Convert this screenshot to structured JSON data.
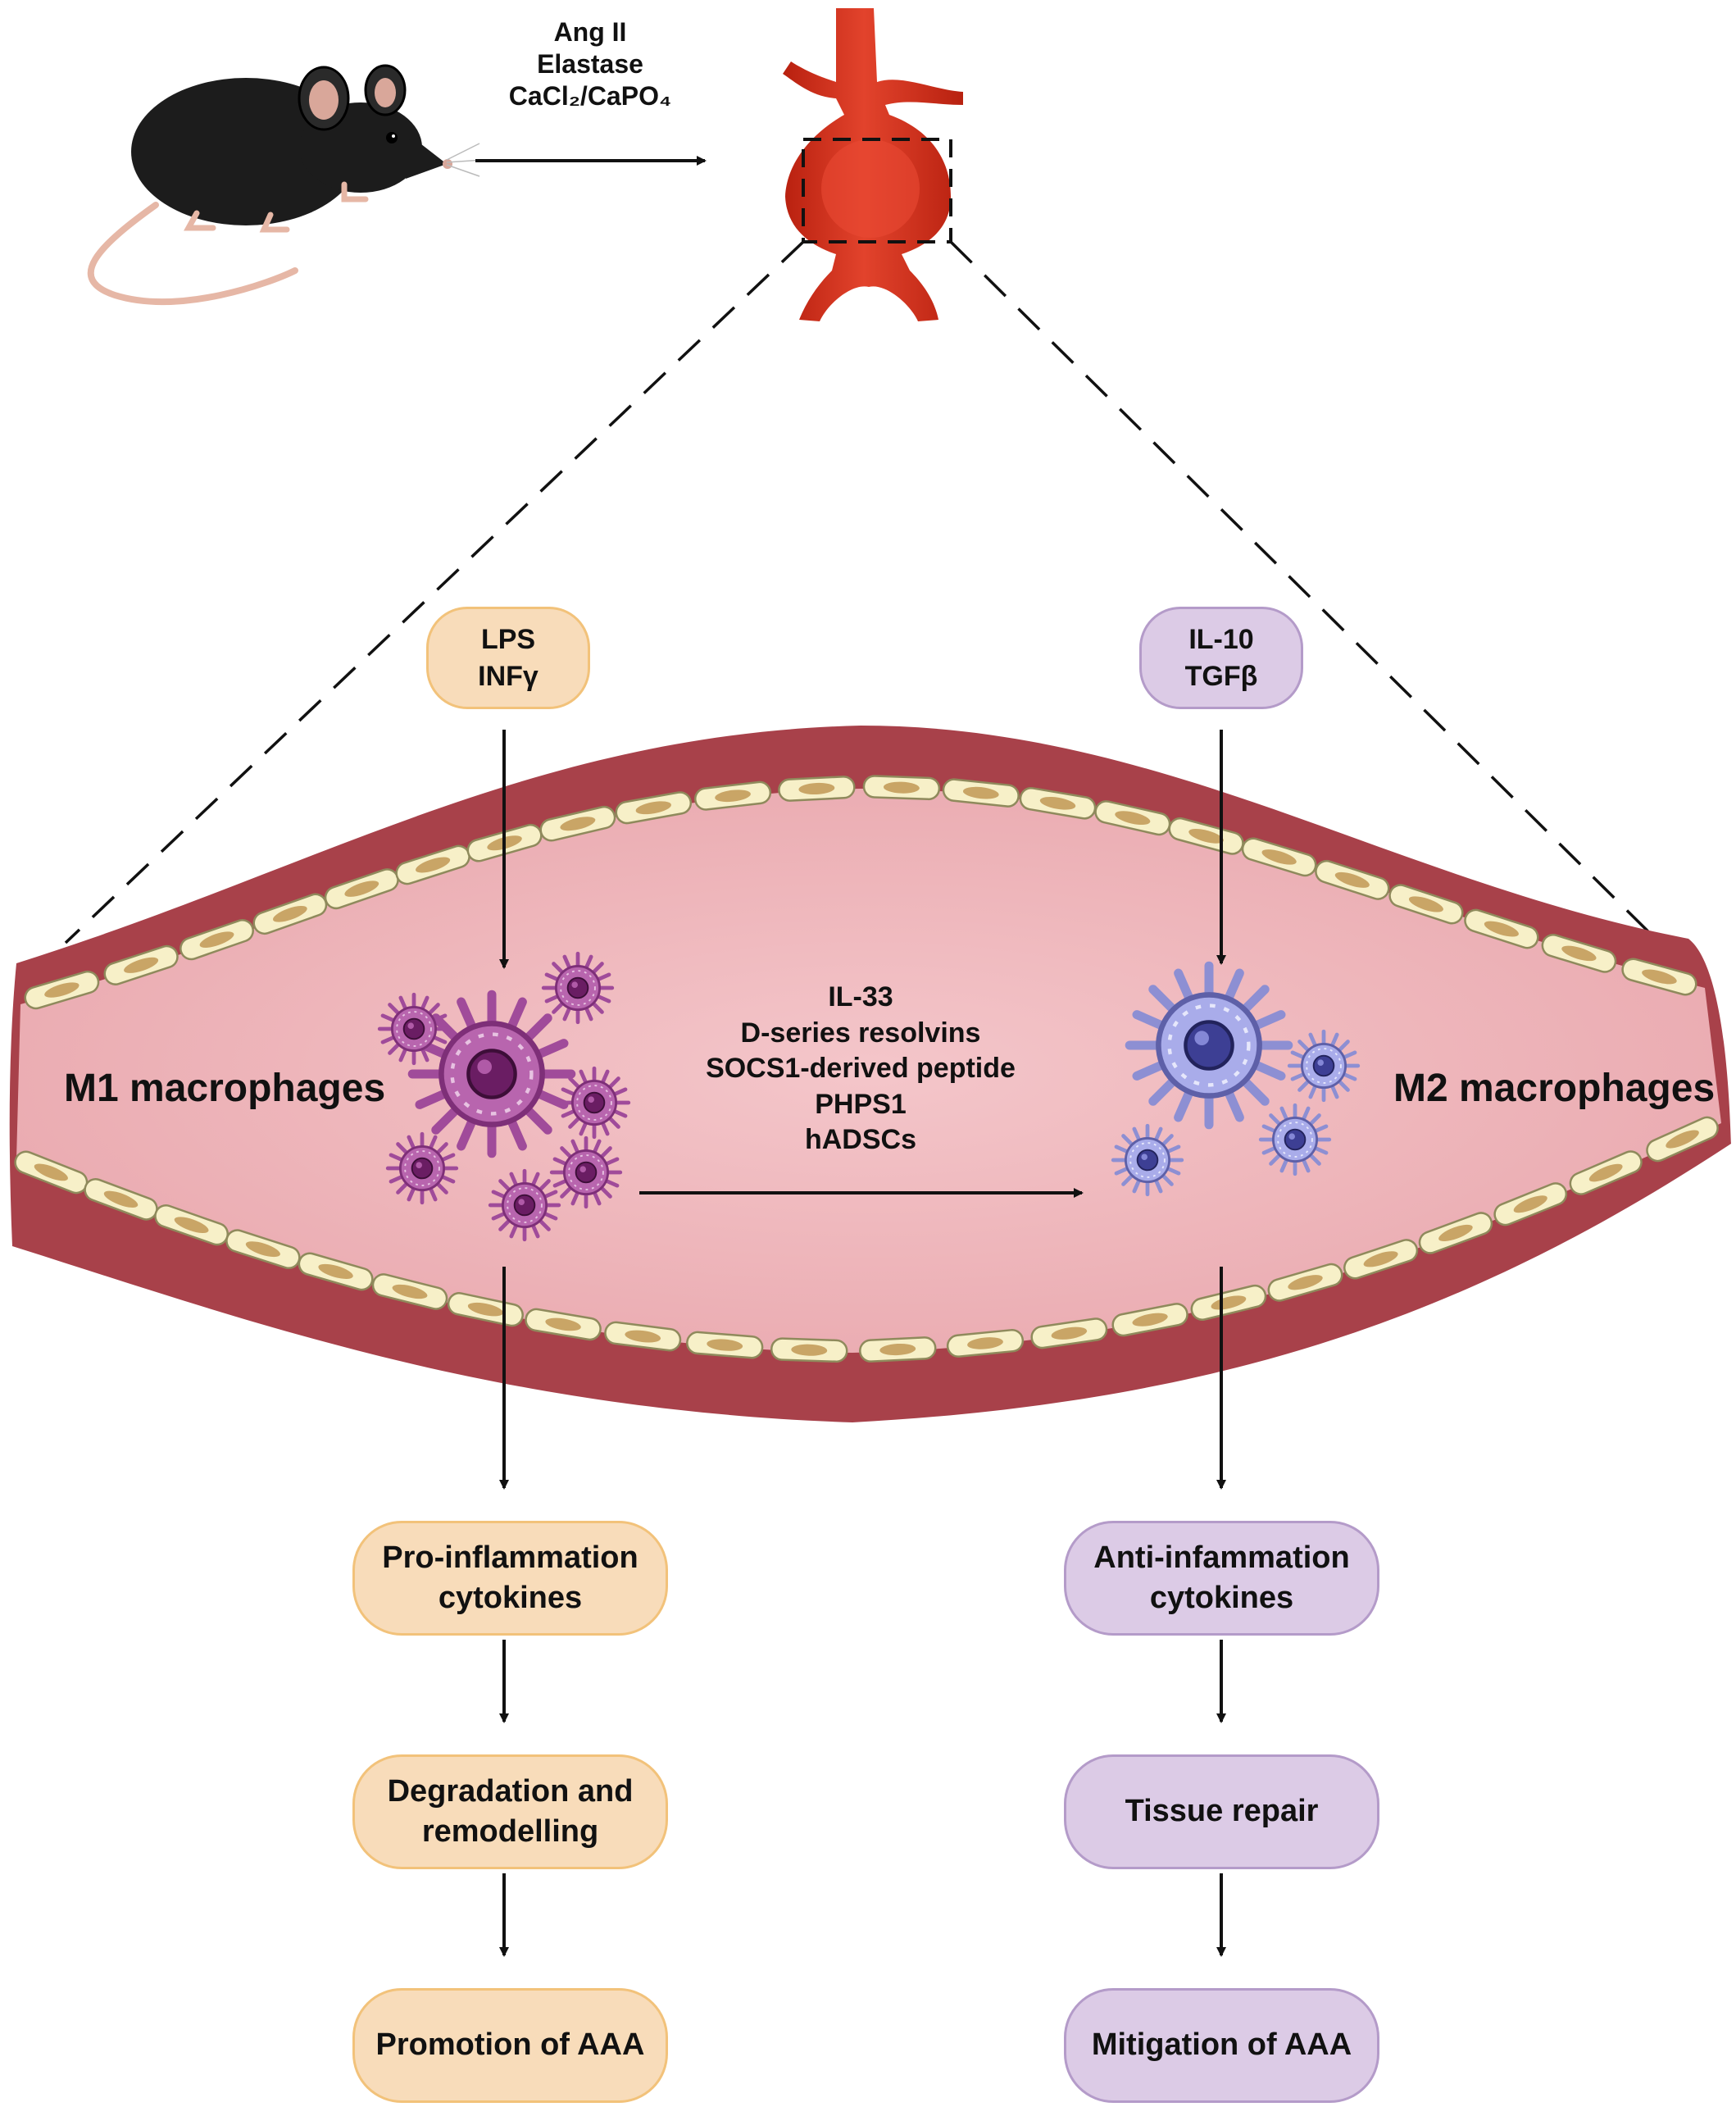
{
  "induction": {
    "lines": [
      "Ang II",
      "Elastase",
      "CaCl₂/CaPO₄"
    ]
  },
  "stimuli": {
    "m1": [
      "LPS",
      "INFγ"
    ],
    "m2": [
      "IL-10",
      "TGFβ"
    ]
  },
  "cell_labels": {
    "m1": "M1 macrophages",
    "m2": "M2 macrophages"
  },
  "polarizers": [
    "IL-33",
    "D-series resolvins",
    "SOCS1-derived peptide",
    "PHPS1",
    "hADSCs"
  ],
  "m1_pathway": [
    {
      "lines": [
        "Pro-inflammation",
        "cytokines"
      ]
    },
    {
      "lines": [
        "Degradation and",
        "remodelling"
      ]
    },
    {
      "lines": [
        "Promotion of AAA"
      ]
    }
  ],
  "m2_pathway": [
    {
      "lines": [
        "Anti-infammation",
        "cytokines"
      ]
    },
    {
      "lines": [
        "Tissue repair"
      ]
    },
    {
      "lines": [
        "Mitigation of AAA"
      ]
    }
  ],
  "colors": {
    "vessel_wall": "#a8414a",
    "lumen": "#efb7bd",
    "endothelium": "#f7f0c8",
    "nucleus": "#c9a566",
    "m1_cell": "#a04b9a",
    "m2_cell": "#8d8fd3",
    "orange_pill": "#f8dcba",
    "purple_pill": "#dccbe6",
    "aorta": "#d8311f"
  }
}
